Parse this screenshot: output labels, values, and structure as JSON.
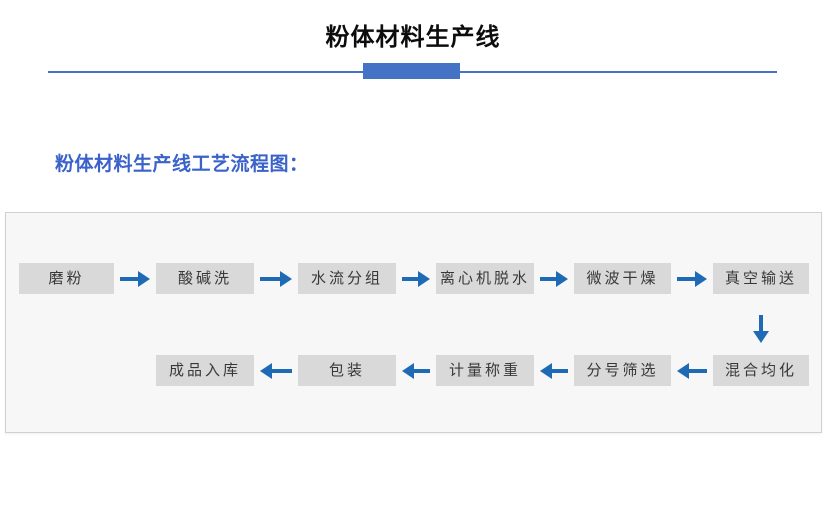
{
  "page": {
    "title": "粉体材料生产线",
    "section_heading": "粉体材料生产线工艺流程图："
  },
  "colors": {
    "divider_blue": "#4472c4",
    "heading_blue": "#3a62c9",
    "arrow_blue": "#1e6ab4",
    "node_fill": "#d9d9d9",
    "node_text": "#383838",
    "panel_background": "#f7f7f7",
    "panel_border": "#d0d0d0"
  },
  "flowchart": {
    "row1": [
      "磨粉",
      "酸碱洗",
      "水流分组",
      "离心机脱水",
      "微波干燥",
      "真空输送"
    ],
    "row1_direction": "right",
    "connector": "down",
    "row2": [
      "混合均化",
      "分号筛选",
      "计量称重",
      "包装",
      "成品入库"
    ],
    "row2_direction": "left"
  }
}
